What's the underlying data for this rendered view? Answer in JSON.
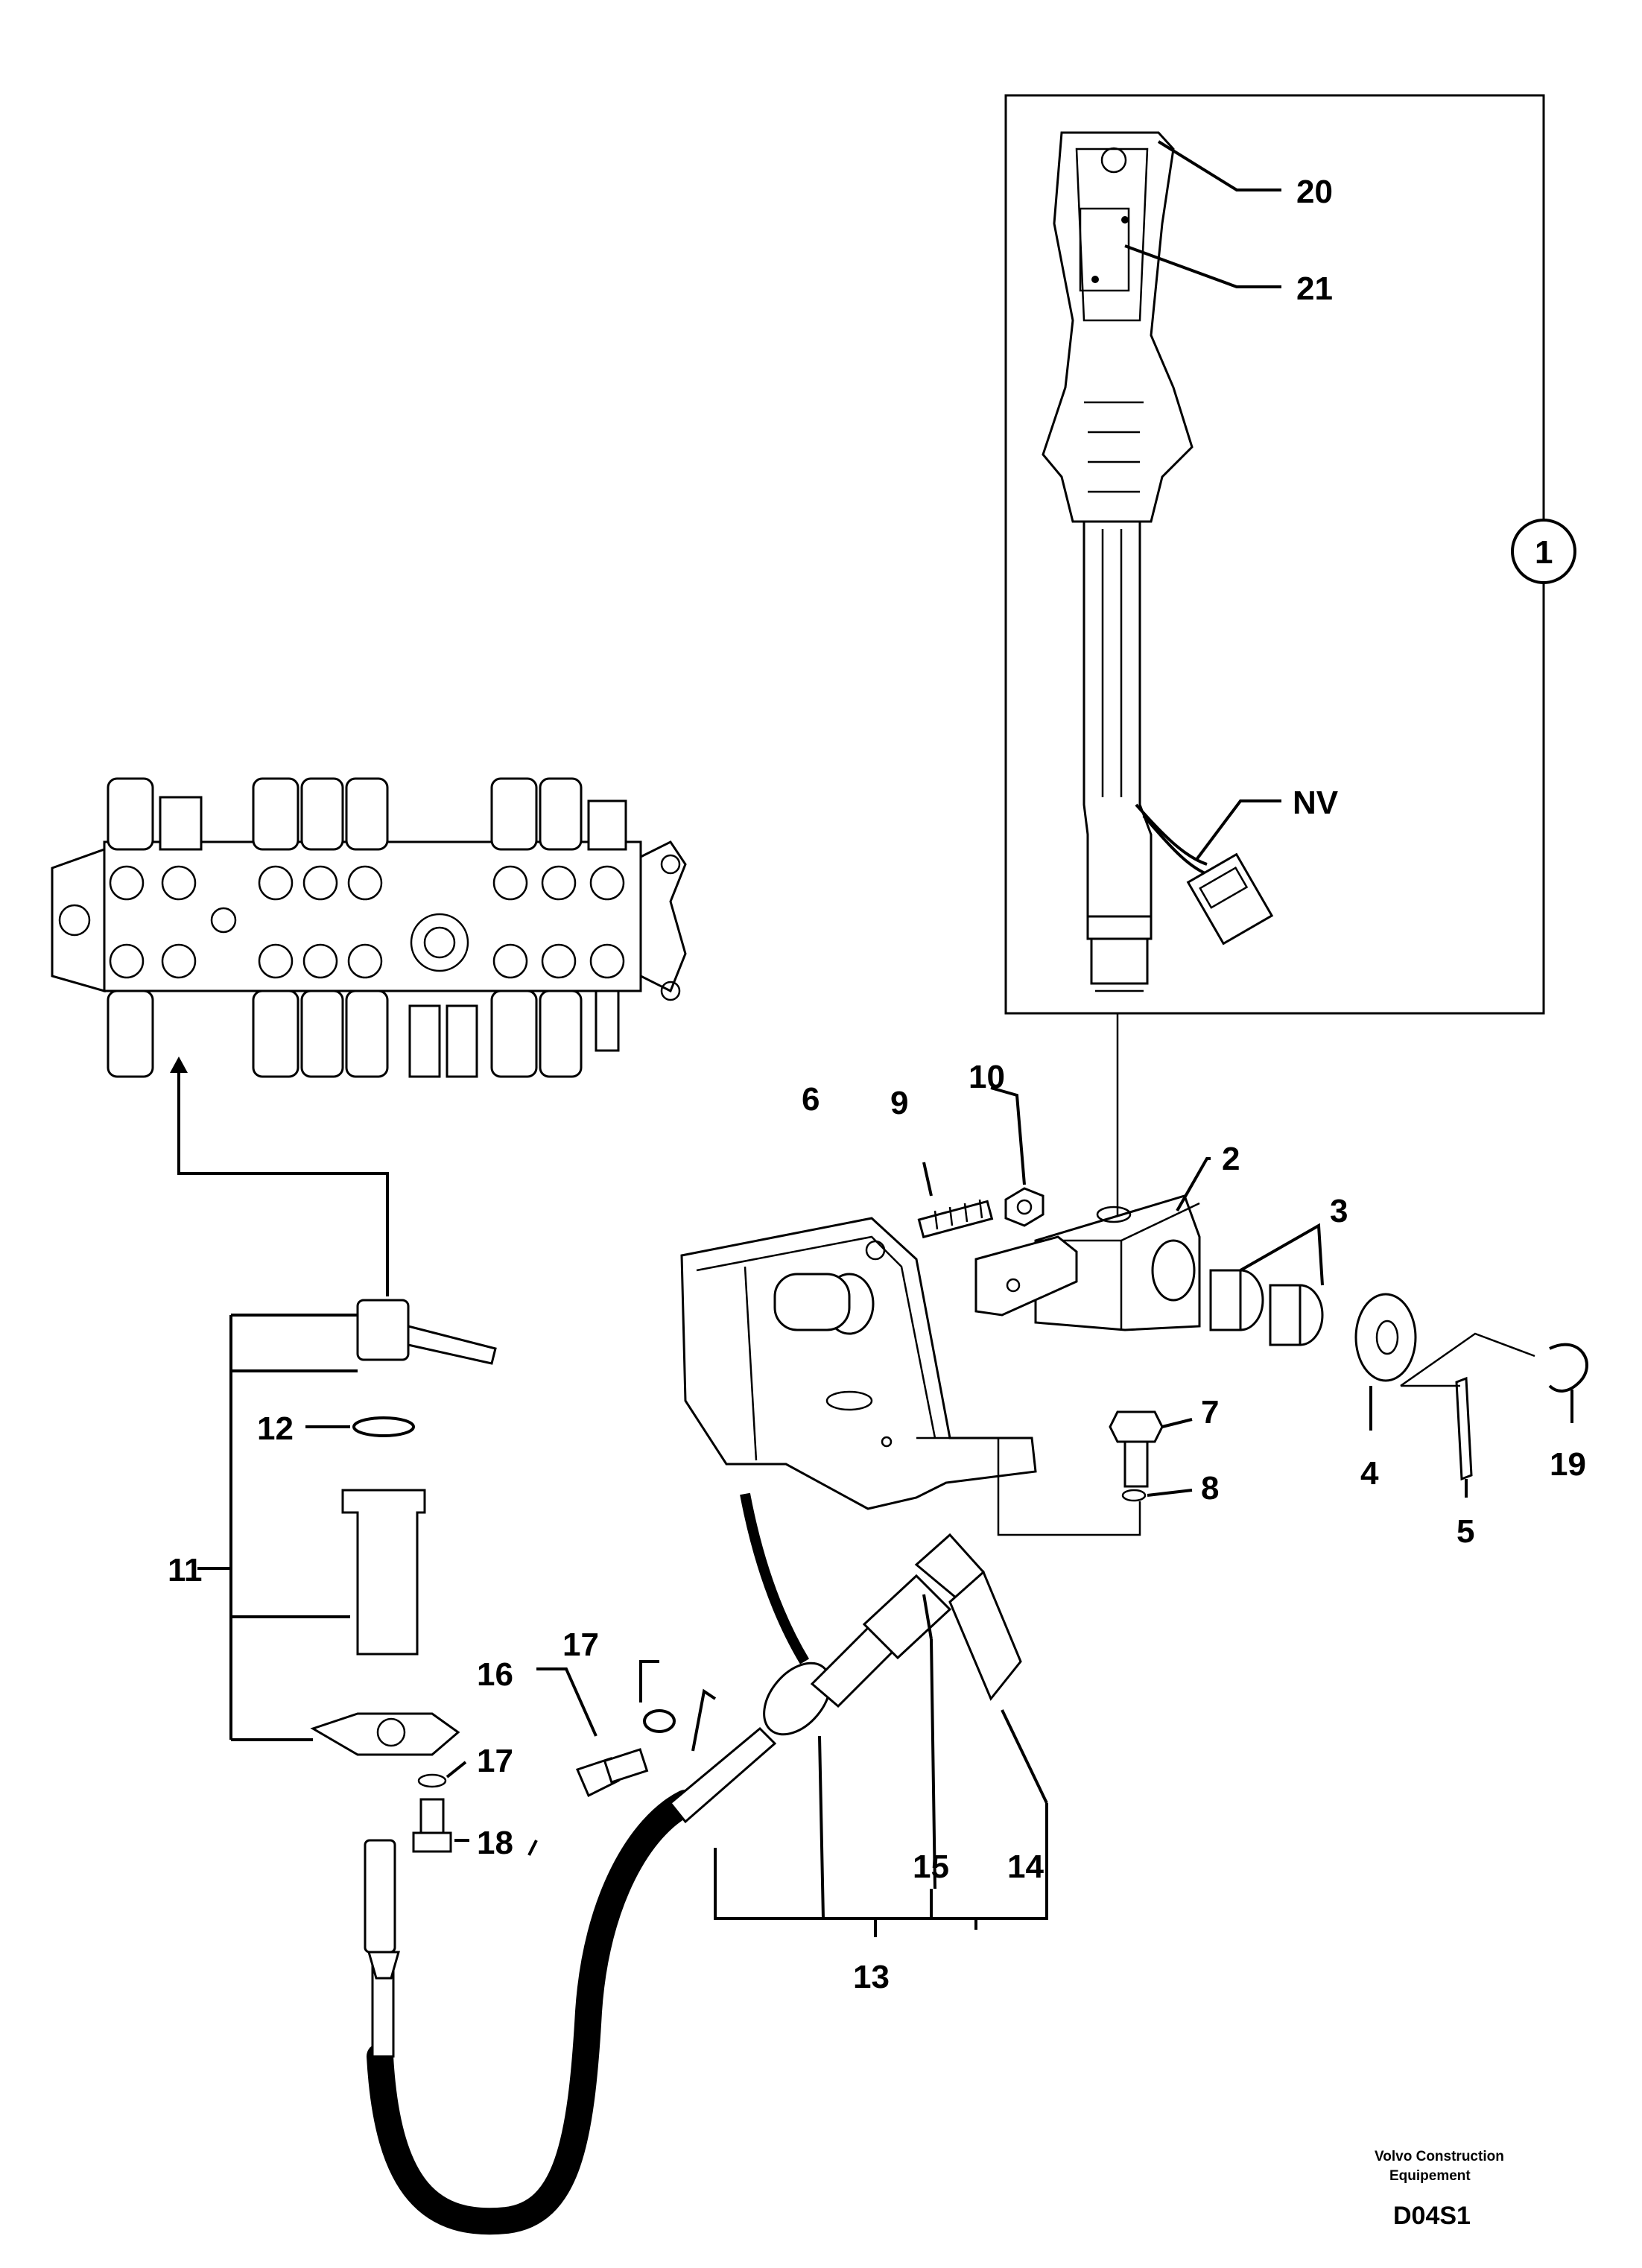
{
  "diagram": {
    "callouts": {
      "c1": "1",
      "c2": "2",
      "c3": "3",
      "c4": "4",
      "c5": "5",
      "c6": "6",
      "c7": "7",
      "c8": "8",
      "c9": "9",
      "c10": "10",
      "c11": "11",
      "c12": "12",
      "c13": "13",
      "c14": "14",
      "c15": "15",
      "c16": "16",
      "c17a": "17",
      "c17b": "17",
      "c18": "18",
      "c19": "19",
      "c20": "20",
      "c21": "21",
      "cNV": "NV"
    },
    "footer": {
      "company_line1": "Volvo Construction",
      "company_line2": "Equipement",
      "drawing_code": "D04S1"
    }
  }
}
